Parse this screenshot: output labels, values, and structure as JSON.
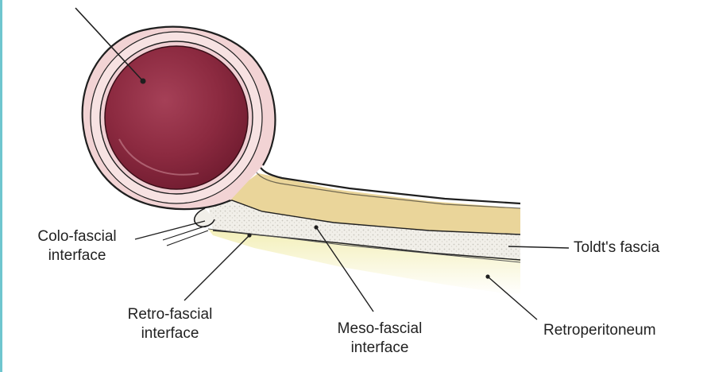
{
  "labels": {
    "colo_fascial": [
      "Colo-fascial",
      "interface"
    ],
    "retro_fascial": [
      "Retro-fascial",
      "interface"
    ],
    "meso_fascial": [
      "Meso-fascial",
      "interface"
    ],
    "toldts_fascia": "Toldt's fascia",
    "retroperitoneum": "Retroperitoneum"
  },
  "colors": {
    "lumen_dark": "#7a1f34",
    "lumen_mid": "#9b3347",
    "lumen_light": "#c26e80",
    "wall_pink": "#f2d3d4",
    "mesentery_fat": "#ead59a",
    "fascia_white": "#f3f1ec",
    "retroperitoneum": "#f1efb9",
    "outline": "#1f1f1f",
    "accent_edge": "#6fc6cf"
  }
}
